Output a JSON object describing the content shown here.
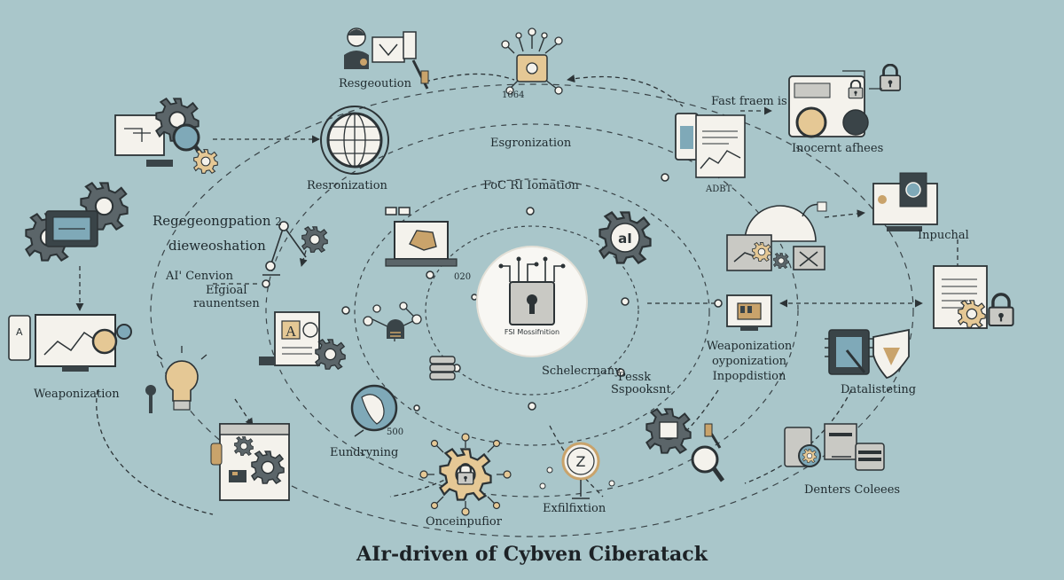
{
  "title": "AIr-driven of Cybven Ciberatack",
  "hub_label": "FSI Mossifnition",
  "labels": {
    "recognition_top": "Resgeoution",
    "id_tag": "1064",
    "esgronization": "Esgronization",
    "fast_fraem": "Fast fraem is",
    "fast_fraem_tag": "ADBT",
    "inocent_afhees": "Inocernt afhees",
    "resronization": "Resronization",
    "focri_iomation": "FoC RI Iomation",
    "regegeongpation": "Regegeongpation",
    "regegeongpation_num": "2",
    "dieweoshation": "dieweoshation",
    "ai_cenvion": "AI' Cenvion",
    "efgional": "Efgioal",
    "raunentsen": "raunentsen",
    "small_num_020": "020",
    "inpuchal": "Inpuchal",
    "weaponization_left": "Weaponization",
    "schelecrnany": "Schelecrnany",
    "pessk": "Pessk",
    "sspooksnt": "Sspooksnt",
    "weaponization_right_1": "Weaponization",
    "weaponization_right_2": "oyponization",
    "weaponization_right_3": "Inpopdistion",
    "datalisteting": "Datalisteting",
    "small_num_500": "500",
    "eundryning": "Eundryning",
    "onceinpufior": "Onceinpufior",
    "exfilfixtion": "Exfilfixtion",
    "denters_coleees": "Denters Coleees"
  },
  "icon_letters": {
    "document_a": "A",
    "ai_gear": "aI",
    "z_badge": "Z",
    "screen_a": "A"
  },
  "colors": {
    "background": "#a9c6ca",
    "ink": "#2c3336",
    "accent_gold": "#c9a36b",
    "accent_blue": "#7fa9b8",
    "paper": "#f4f2ec",
    "dark_fill": "#3a4448"
  }
}
